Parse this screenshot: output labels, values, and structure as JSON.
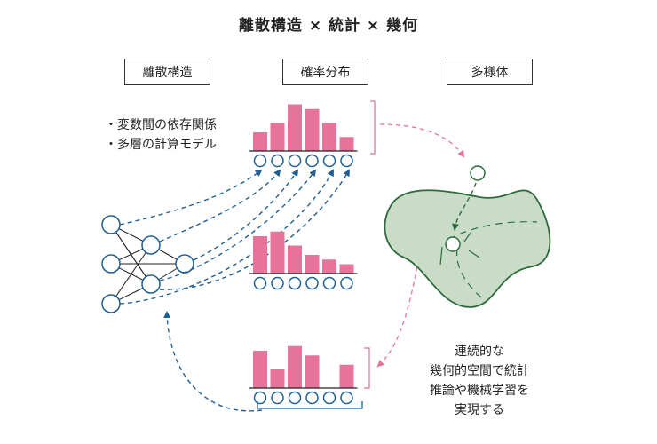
{
  "title": "離散構造 × 統計 × 幾何",
  "columns": {
    "discrete": "離散構造",
    "probability": "確率分布",
    "manifold": "多様体"
  },
  "bullets": [
    "変数間の依存関係",
    "多層の計算モデル"
  ],
  "caption": [
    "連続的な",
    "幾何的空間で統計",
    "推論や機械学習を",
    "実現する"
  ],
  "colors": {
    "bar": "#e8739a",
    "network_arrow": "#1f5e94",
    "pink_arrow": "#e8739a",
    "manifold_fill": "#c9dcc8",
    "manifold_stroke": "#2e6b3a"
  },
  "histograms": [
    {
      "values": [
        2,
        3,
        5,
        4.5,
        3,
        1.5
      ]
    },
    {
      "values": [
        4,
        4.5,
        3,
        2,
        1.5,
        1
      ]
    },
    {
      "values": [
        4,
        2,
        4.5,
        3.5,
        0,
        2.5
      ]
    }
  ]
}
